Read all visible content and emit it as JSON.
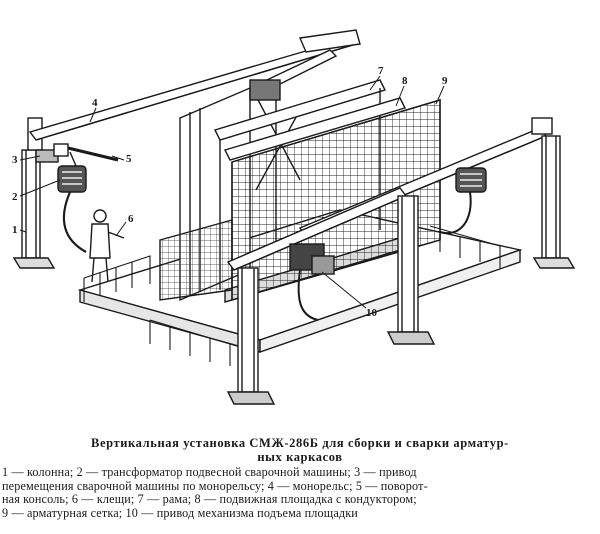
{
  "figure": {
    "callouts": [
      "1",
      "2",
      "3",
      "4",
      "5",
      "6",
      "7",
      "8",
      "9",
      "10"
    ]
  },
  "caption": {
    "title_line1": "Вертикальная установка СМЖ-286Б для сборки и сварки арматур-",
    "title_line2": "ных каркасов"
  },
  "legend": {
    "line1": "1 — колонна;  2 — трансформатор подвесной сварочной машины;  3 — привод",
    "line2": "перемещения сварочной машины по монорельсу; 4 — монорельс;  5 — поворот-",
    "line3": "ная консоль;  6 — клещи;  7 — рама;  8 — подвижная площадка с кондуктором;",
    "line4": "9 — арматурная сетка;  10 — привод механизма подъема площадки"
  }
}
